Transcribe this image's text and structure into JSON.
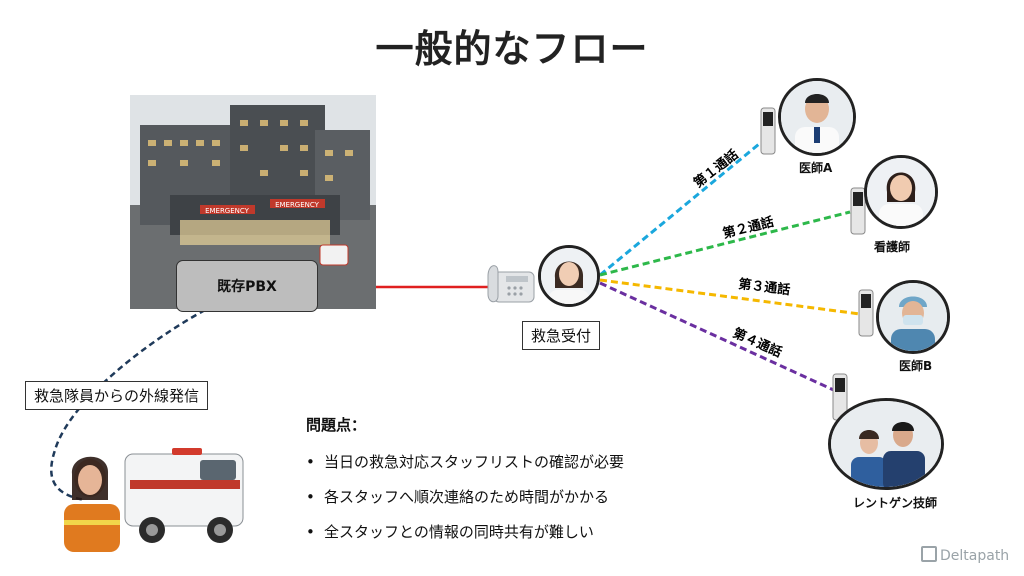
{
  "title": "一般的なフロー",
  "pbx_label": "既存PBX",
  "reception_label": "救急受付",
  "caller_label": "救急隊員からの外線発信",
  "calls": [
    {
      "label": "第１通話",
      "color": "#1aa7dd",
      "staff": "医師A"
    },
    {
      "label": "第２通話",
      "color": "#2db84a",
      "staff": "看護師"
    },
    {
      "label": "第３通話",
      "color": "#f5b800",
      "staff": "医師B"
    },
    {
      "label": "第４通話",
      "color": "#6a2fa0",
      "staff": "レントゲン技師"
    }
  ],
  "problems": {
    "title": "問題点：",
    "bullet": "•",
    "items": [
      "当日の救急対応スタッフリストの確認が必要",
      "各スタッフへ順次連絡のため時間がかかる",
      "全スタッフとの情報の同時共有が難しい"
    ]
  },
  "logo": "Deltapath",
  "hospital_signs": [
    "EMERGENCY",
    "EMERGENCY"
  ],
  "colors": {
    "pbx_line": "#e02020",
    "dashed_link": "#1f3a5a"
  }
}
